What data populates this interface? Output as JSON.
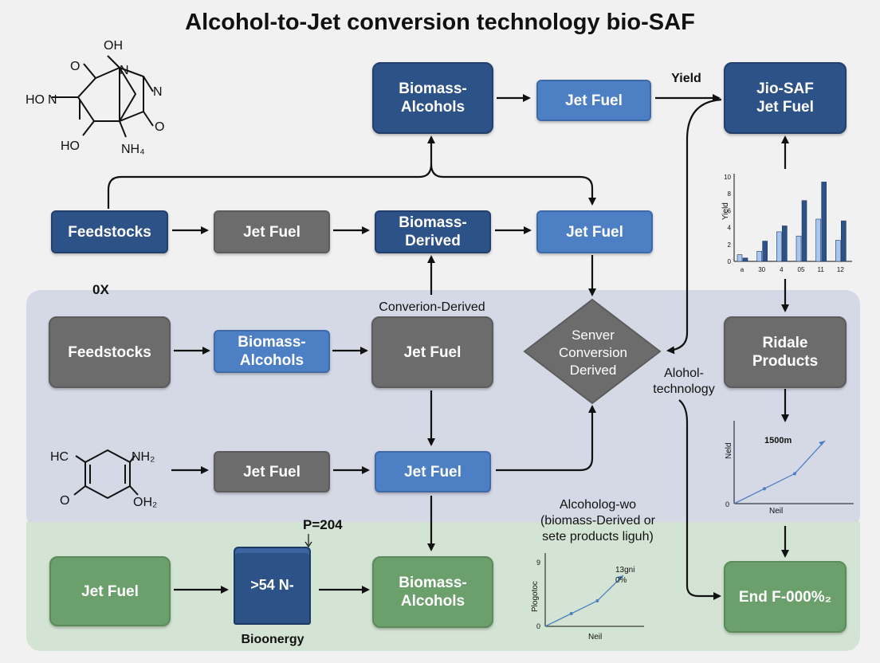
{
  "title": "Alcohol-to-Jet conversion technology bio-SAF",
  "boxes": {
    "biomass_alcohols_top": "Biomass-\nAlcohols",
    "jet_fuel_top": "Jet Fuel",
    "jio_saf": "Jio-SAF\nJet Fuel",
    "feedstocks_1": "Feedstocks",
    "jet_fuel_row2a": "Jet Fuel",
    "biomass_derived": "Biomass-\nDerived",
    "jet_fuel_row2b": "Jet Fuel",
    "feedstocks_2": "Feedstocks",
    "biomass_alcohols_row3": "Biomass-\nAlcohols",
    "jet_fuel_row3": "Jet Fuel",
    "server_conversion": "Senver\nConversion\nDerived",
    "ridale_products": "Ridale\nProducts",
    "jet_fuel_row4a": "Jet Fuel",
    "jet_fuel_row4b": "Jet Fuel",
    "jet_fuel_green": "Jet Fuel",
    "biomass_alcohols_green": "Biomass-\nAlcohols",
    "end_product": "End F-000%₂"
  },
  "labels": {
    "yield": "Yield",
    "ox": "0X",
    "conversion_derived": "Converion-Derived",
    "alcohol_technology": "Alohol-\ntechnology",
    "p_value": "P=204",
    "bioenergy": "Bioonergy",
    "bioenergy_tank": ">54 N-",
    "alcohol_caption": "Alcoholog-wo\n(biomass-Derived or\nsete products liguh)"
  },
  "molecule_top": {
    "atoms": [
      "OH",
      "O",
      "N",
      "HO",
      "N",
      "N",
      "O",
      "HO",
      "NH₄"
    ]
  },
  "molecule_bottom": {
    "atoms": [
      "HC",
      "NH₂",
      "O",
      "OH₂"
    ]
  },
  "chart_data": [
    {
      "type": "bar",
      "ylabel": "Yield",
      "yticks": [
        "0",
        "2",
        "4",
        "6",
        "8",
        "10"
      ],
      "categories": [
        "a",
        "30",
        "4",
        "05",
        "11",
        "12"
      ],
      "series": [
        {
          "values": [
            0.8,
            1.2,
            3.5,
            3.0,
            5.0,
            2.5
          ]
        },
        {
          "values": [
            0.4,
            2.4,
            4.2,
            7.2,
            9.4,
            4.8
          ]
        }
      ],
      "ylim": [
        0,
        10
      ]
    },
    {
      "type": "line",
      "ylabel": "Neld",
      "xlabel": "Neil",
      "annotation": "1500m",
      "x": [
        0,
        1,
        2,
        3
      ],
      "y": [
        0,
        1,
        2,
        4.2
      ],
      "ylim": [
        0,
        5
      ]
    },
    {
      "type": "line",
      "ylabel": "Plogotoc",
      "xlabel": "Neil",
      "annotation": "13gni\n0%",
      "yticks": [
        "0",
        "9"
      ],
      "x": [
        0,
        1,
        2,
        3
      ],
      "y": [
        0,
        1,
        2,
        4
      ],
      "ylim": [
        0,
        5
      ]
    }
  ],
  "colors": {
    "navy": "#2d5287",
    "steel": "#4d7fc4",
    "gray": "#6c6c6c",
    "green": "#6b9f6b",
    "panel_blue": "#d5d9e6",
    "panel_green": "#d4e4d4"
  }
}
